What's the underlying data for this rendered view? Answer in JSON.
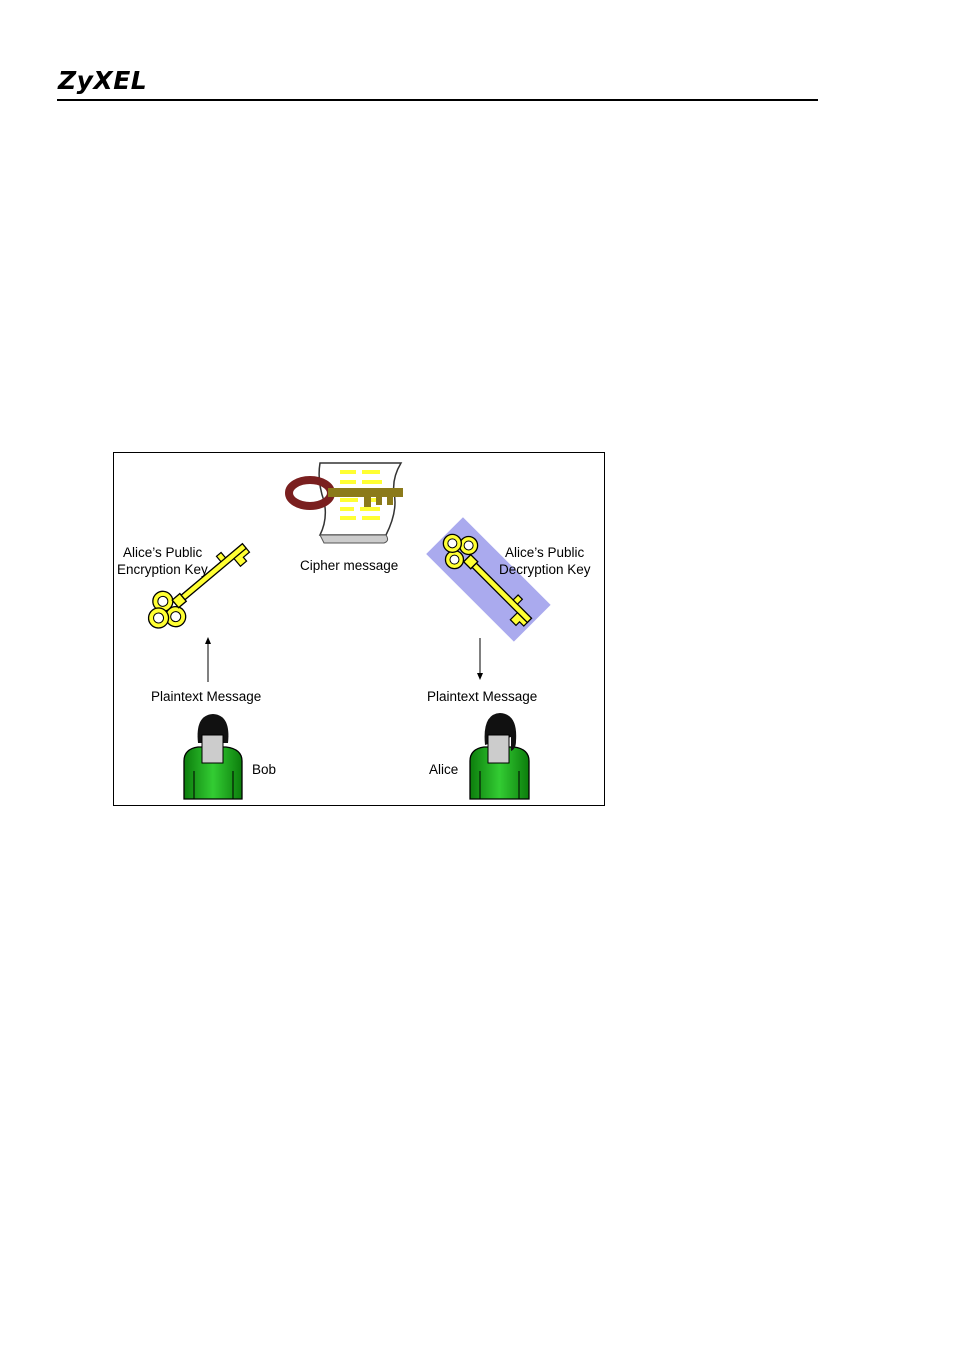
{
  "header": {
    "logo_text": "ZyXEL"
  },
  "figure": {
    "cipher_label": "Cipher message",
    "bob": {
      "key_label_line1": "Alice’s Public",
      "key_label_line2": "Encryption Key",
      "plaintext_label": "Plaintext Message",
      "name": "Bob"
    },
    "alice": {
      "key_label_line1": "Alice’s Public",
      "key_label_line2": "Decryption Key",
      "plaintext_label": "Plaintext Message",
      "name": "Alice"
    },
    "colors": {
      "key_yellow": "#ffff33",
      "cipher_key": "#8b7a1a",
      "cipher_key_ring": "#7a1f1f",
      "highlight": "#aaaaee",
      "person_green": "#22bb22",
      "person_hair": "#111111",
      "face": "#cccccc"
    }
  }
}
